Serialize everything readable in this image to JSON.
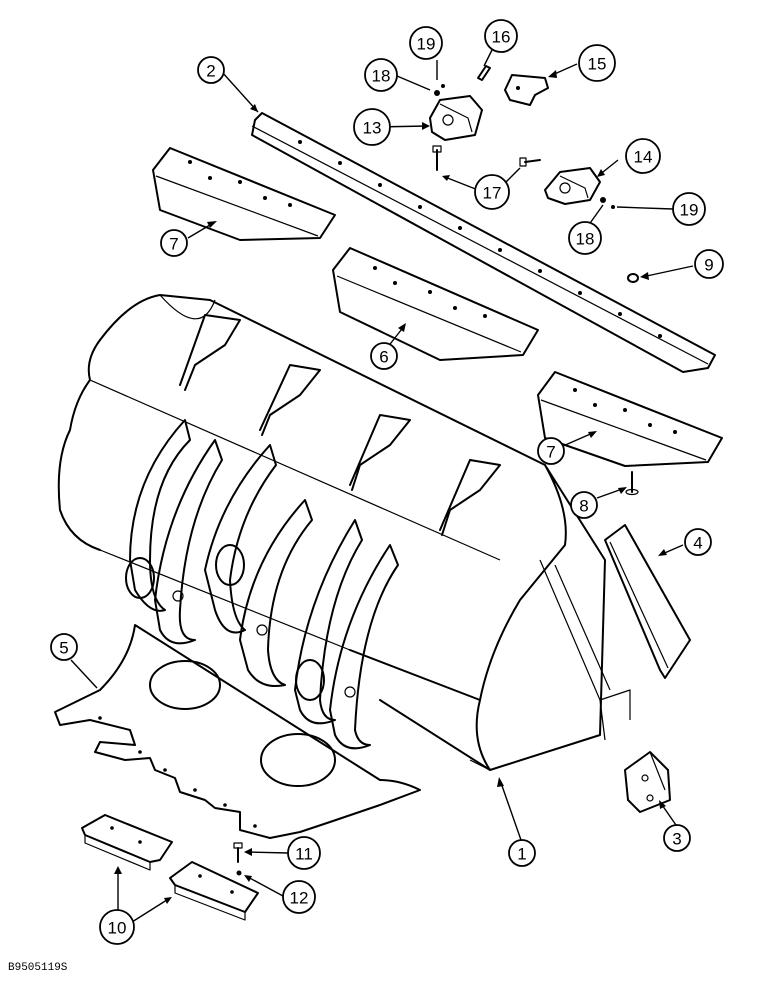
{
  "diagram": {
    "figure_code": "B9505119S",
    "callouts": [
      {
        "id": "c1",
        "label": "1"
      },
      {
        "id": "c2",
        "label": "2"
      },
      {
        "id": "c3",
        "label": "3"
      },
      {
        "id": "c4",
        "label": "4"
      },
      {
        "id": "c5",
        "label": "5"
      },
      {
        "id": "c6",
        "label": "6"
      },
      {
        "id": "c7a",
        "label": "7"
      },
      {
        "id": "c7b",
        "label": "7"
      },
      {
        "id": "c8",
        "label": "8"
      },
      {
        "id": "c9",
        "label": "9"
      },
      {
        "id": "c10",
        "label": "10"
      },
      {
        "id": "c11",
        "label": "11"
      },
      {
        "id": "c12",
        "label": "12"
      },
      {
        "id": "c13",
        "label": "13"
      },
      {
        "id": "c14",
        "label": "14"
      },
      {
        "id": "c15",
        "label": "15"
      },
      {
        "id": "c16",
        "label": "16"
      },
      {
        "id": "c17",
        "label": "17"
      },
      {
        "id": "c18a",
        "label": "18"
      },
      {
        "id": "c18b",
        "label": "18"
      },
      {
        "id": "c19a",
        "label": "19"
      },
      {
        "id": "c19b",
        "label": "19"
      }
    ]
  }
}
